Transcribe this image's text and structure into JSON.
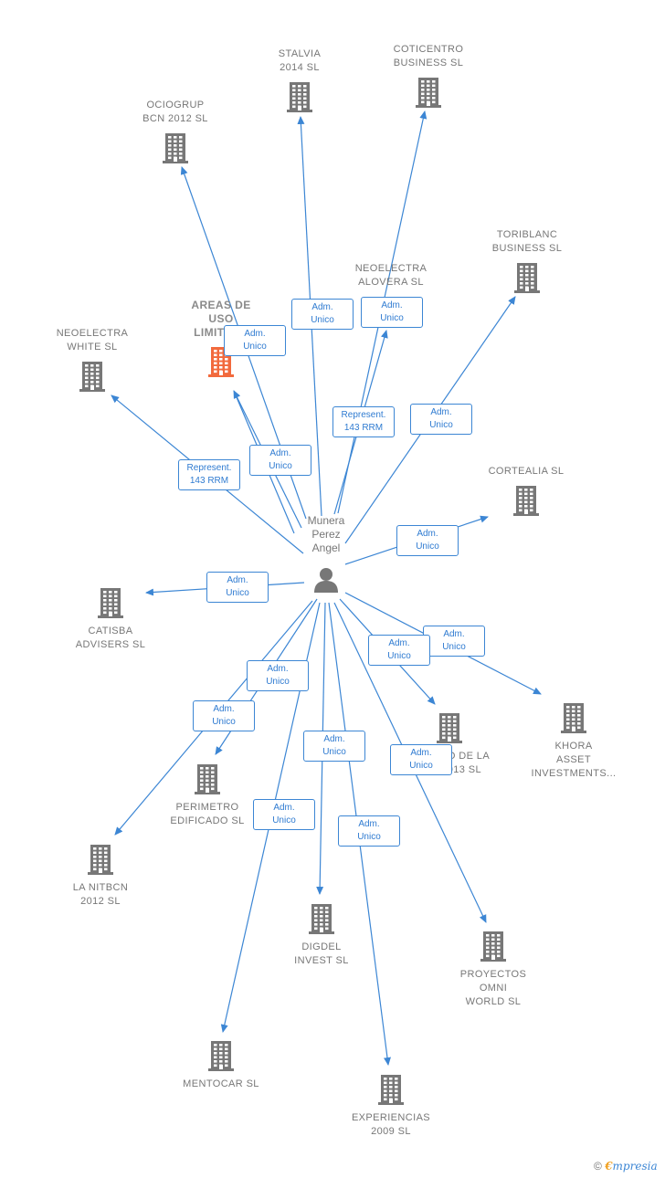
{
  "colors": {
    "edge": "#3c86d4",
    "company_icon": "#777777",
    "highlight_icon": "#f26a3d",
    "label_text": "#777777",
    "edge_label_text": "#2f7bd1"
  },
  "center": {
    "name_lines": [
      "Munera",
      "Perez",
      "Angel"
    ],
    "icon": "person-icon"
  },
  "companies": [
    {
      "id": "stalvia",
      "lines": [
        "STALVIA",
        "2014  SL"
      ],
      "icon": "building-icon"
    },
    {
      "id": "coticentro",
      "lines": [
        "COTICENTRO",
        "BUSINESS  SL"
      ],
      "icon": "building-icon"
    },
    {
      "id": "ociogrup",
      "lines": [
        "OCIOGRUP",
        "BCN 2012 SL"
      ],
      "icon": "building-icon"
    },
    {
      "id": "toriblanc",
      "lines": [
        "TORIBLANC",
        "BUSINESS  SL"
      ],
      "icon": "building-icon"
    },
    {
      "id": "neoelectra-alovera",
      "lines": [
        "NEOELECTRA",
        "ALOVERA SL"
      ],
      "icon": "building-icon"
    },
    {
      "id": "areas-de-uso",
      "lines": [
        "AREAS DE",
        "USO",
        "LIMITADA"
      ],
      "icon": "building-icon",
      "highlight": true
    },
    {
      "id": "neoelectra-white",
      "lines": [
        "NEOELECTRA",
        "WHITE SL"
      ],
      "icon": "building-icon"
    },
    {
      "id": "cortealia",
      "lines": [
        "CORTEALIA  SL"
      ],
      "icon": "building-icon"
    },
    {
      "id": "catisba",
      "lines": [
        "CATISBA",
        "ADVISERS  SL"
      ],
      "icon": "building-icon"
    },
    {
      "id": "khora",
      "lines": [
        "KHORA",
        "ASSET",
        "INVESTMENTS..."
      ],
      "icon": "building-icon"
    },
    {
      "id": "espacio",
      "lines": [
        "ESPACIO DE LA",
        "ART 2013 SL"
      ],
      "icon": "building-icon"
    },
    {
      "id": "perimetro",
      "lines": [
        "PERIMETRO",
        "EDIFICADO  SL"
      ],
      "icon": "building-icon"
    },
    {
      "id": "la-nitbcn",
      "lines": [
        "LA NITBCN",
        "2012 SL"
      ],
      "icon": "building-icon"
    },
    {
      "id": "digdel",
      "lines": [
        "DIGDEL",
        "INVEST  SL"
      ],
      "icon": "building-icon"
    },
    {
      "id": "proyectos",
      "lines": [
        "PROYECTOS",
        "OMNI",
        "WORLD SL"
      ],
      "icon": "building-icon"
    },
    {
      "id": "mentocar",
      "lines": [
        "MENTOCAR  SL"
      ],
      "icon": "building-icon"
    },
    {
      "id": "experiencias",
      "lines": [
        "EXPERIENCIAS",
        "2009 SL"
      ],
      "icon": "building-icon"
    }
  ],
  "edges": [
    {
      "to": "stalvia",
      "label": [
        "Adm.",
        "Unico"
      ]
    },
    {
      "to": "coticentro",
      "label": [
        "Adm.",
        "Unico"
      ]
    },
    {
      "to": "ociogrup",
      "label": [
        "Adm.",
        "Unico"
      ]
    },
    {
      "to": "toriblanc",
      "label": [
        "Adm.",
        "Unico"
      ]
    },
    {
      "to": "neoelectra-alovera",
      "label": [
        "Represent.",
        "143 RRM"
      ]
    },
    {
      "to": "areas-de-uso",
      "label": [
        "Adm.",
        "Unico"
      ]
    },
    {
      "to": "areas-de-uso",
      "label": [
        "Adm.",
        "Unico"
      ]
    },
    {
      "to": "neoelectra-white",
      "label": [
        "Represent.",
        "143 RRM"
      ]
    },
    {
      "to": "cortealia",
      "label": [
        "Adm.",
        "Unico"
      ]
    },
    {
      "to": "catisba",
      "label": [
        "Adm.",
        "Unico"
      ]
    },
    {
      "to": "khora",
      "label": [
        "Adm.",
        "Unico"
      ]
    },
    {
      "to": "espacio",
      "label": [
        "Adm.",
        "Unico"
      ]
    },
    {
      "to": "perimetro",
      "label": [
        "Adm.",
        "Unico"
      ]
    },
    {
      "to": "la-nitbcn",
      "label": [
        "Adm.",
        "Unico"
      ]
    },
    {
      "to": "digdel",
      "label": [
        "Adm.",
        "Unico"
      ]
    },
    {
      "to": "proyectos",
      "label": [
        "Adm.",
        "Unico"
      ]
    },
    {
      "to": "mentocar",
      "label": [
        "Adm.",
        "Unico"
      ]
    },
    {
      "to": "experiencias",
      "label": [
        "Adm.",
        "Unico"
      ]
    }
  ],
  "footer": {
    "copyright": "©",
    "brand_first": "€",
    "brand_rest": "mpresia"
  }
}
